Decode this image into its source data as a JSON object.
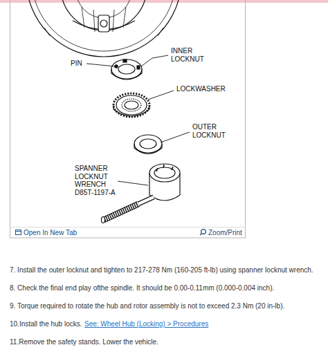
{
  "diagram": {
    "labels": [
      "PIN",
      "INNER LOCKNUT",
      "LOCKWASHER",
      "OUTER LOCKNUT",
      "SPANNER LOCKNUT WRENCH D85T-1197-A",
      "Open In New Tab",
      "Zoom/Print",
      "7. Install the outer locknut and tighten to 217-278 Nm (160-205 ft-lb) using spanner locknut wrench.",
      "8. Check the final end play ofthe spindle. It should be 0.00-0.11mm (0.000-0.004 inch).",
      "9. Torque required to rotate the hub and rotor assembly is not to exceed 2.3 Nm (20 in-lb).",
      "10.Install the hub locks.",
      "See: Wheel Hub (Locking) > Procedures",
      "11.Remove the safety stands. Lower the vehicle."
    ]
  }
}
